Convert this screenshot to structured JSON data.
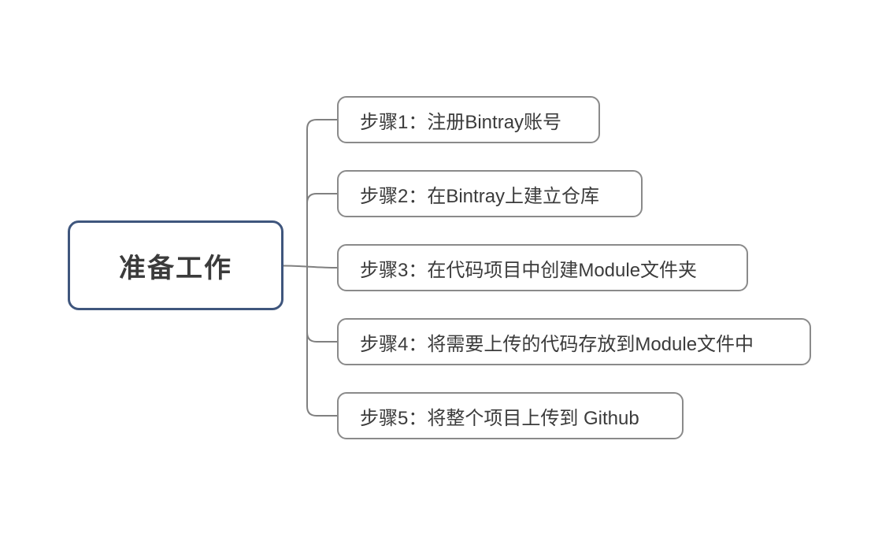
{
  "diagram": {
    "type": "mindmap",
    "root": {
      "label": "准备工作"
    },
    "steps": [
      {
        "label": "步骤1：注册Bintray账号"
      },
      {
        "label": "步骤2：在Bintray上建立仓库"
      },
      {
        "label": "步骤3：在代码项目中创建Module文件夹"
      },
      {
        "label": "步骤4：将需要上传的代码存放到Module文件中"
      },
      {
        "label": "步骤5：将整个项目上传到 Github"
      }
    ],
    "colors": {
      "background": "#ffffff",
      "root_border": "#3f567d",
      "node_border": "#8a8a8a",
      "connector": "#808080",
      "text": "#3b3b3b"
    }
  }
}
